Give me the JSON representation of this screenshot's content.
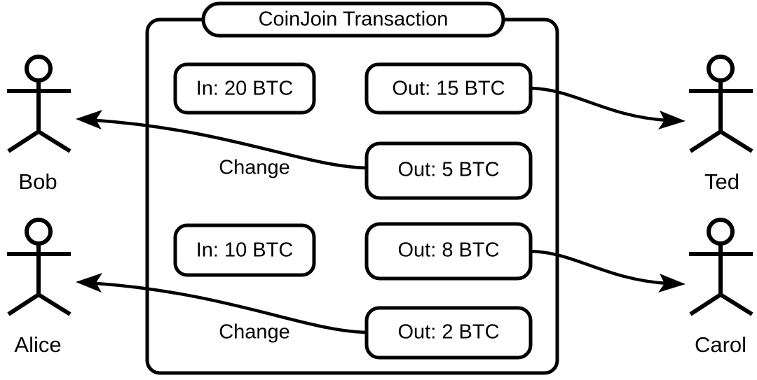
{
  "diagram": {
    "title": "CoinJoin Transaction",
    "accent_color": "#000000",
    "background_color": "#ffffff",
    "inputs": [
      {
        "id": "in-20",
        "label": "In: 20 BTC",
        "amount": 20,
        "unit": "BTC"
      },
      {
        "id": "in-10",
        "label": "In: 10 BTC",
        "amount": 10,
        "unit": "BTC"
      }
    ],
    "outputs": [
      {
        "id": "out-15",
        "label": "Out: 15 BTC",
        "amount": 15,
        "unit": "BTC"
      },
      {
        "id": "out-5",
        "label": "Out: 5 BTC",
        "amount": 5,
        "unit": "BTC"
      },
      {
        "id": "out-8",
        "label": "Out: 8 BTC",
        "amount": 8,
        "unit": "BTC"
      },
      {
        "id": "out-2",
        "label": "Out: 2 BTC",
        "amount": 2,
        "unit": "BTC"
      }
    ],
    "people": [
      {
        "id": "bob",
        "name": "Bob",
        "side": "left"
      },
      {
        "id": "alice",
        "name": "Alice",
        "side": "left"
      },
      {
        "id": "ted",
        "name": "Ted",
        "side": "right"
      },
      {
        "id": "carol",
        "name": "Carol",
        "side": "right"
      }
    ],
    "edges": [
      {
        "id": "edge-out15-ted",
        "from": "out-15",
        "to": "ted",
        "label": ""
      },
      {
        "id": "edge-out5-bob",
        "from": "out-5",
        "to": "bob",
        "label": "Change"
      },
      {
        "id": "edge-out8-carol",
        "from": "out-8",
        "to": "carol",
        "label": ""
      },
      {
        "id": "edge-out2-alice",
        "from": "out-2",
        "to": "alice",
        "label": "Change"
      }
    ],
    "edge_labels": {
      "change_upper": "Change",
      "change_lower": "Change"
    }
  }
}
